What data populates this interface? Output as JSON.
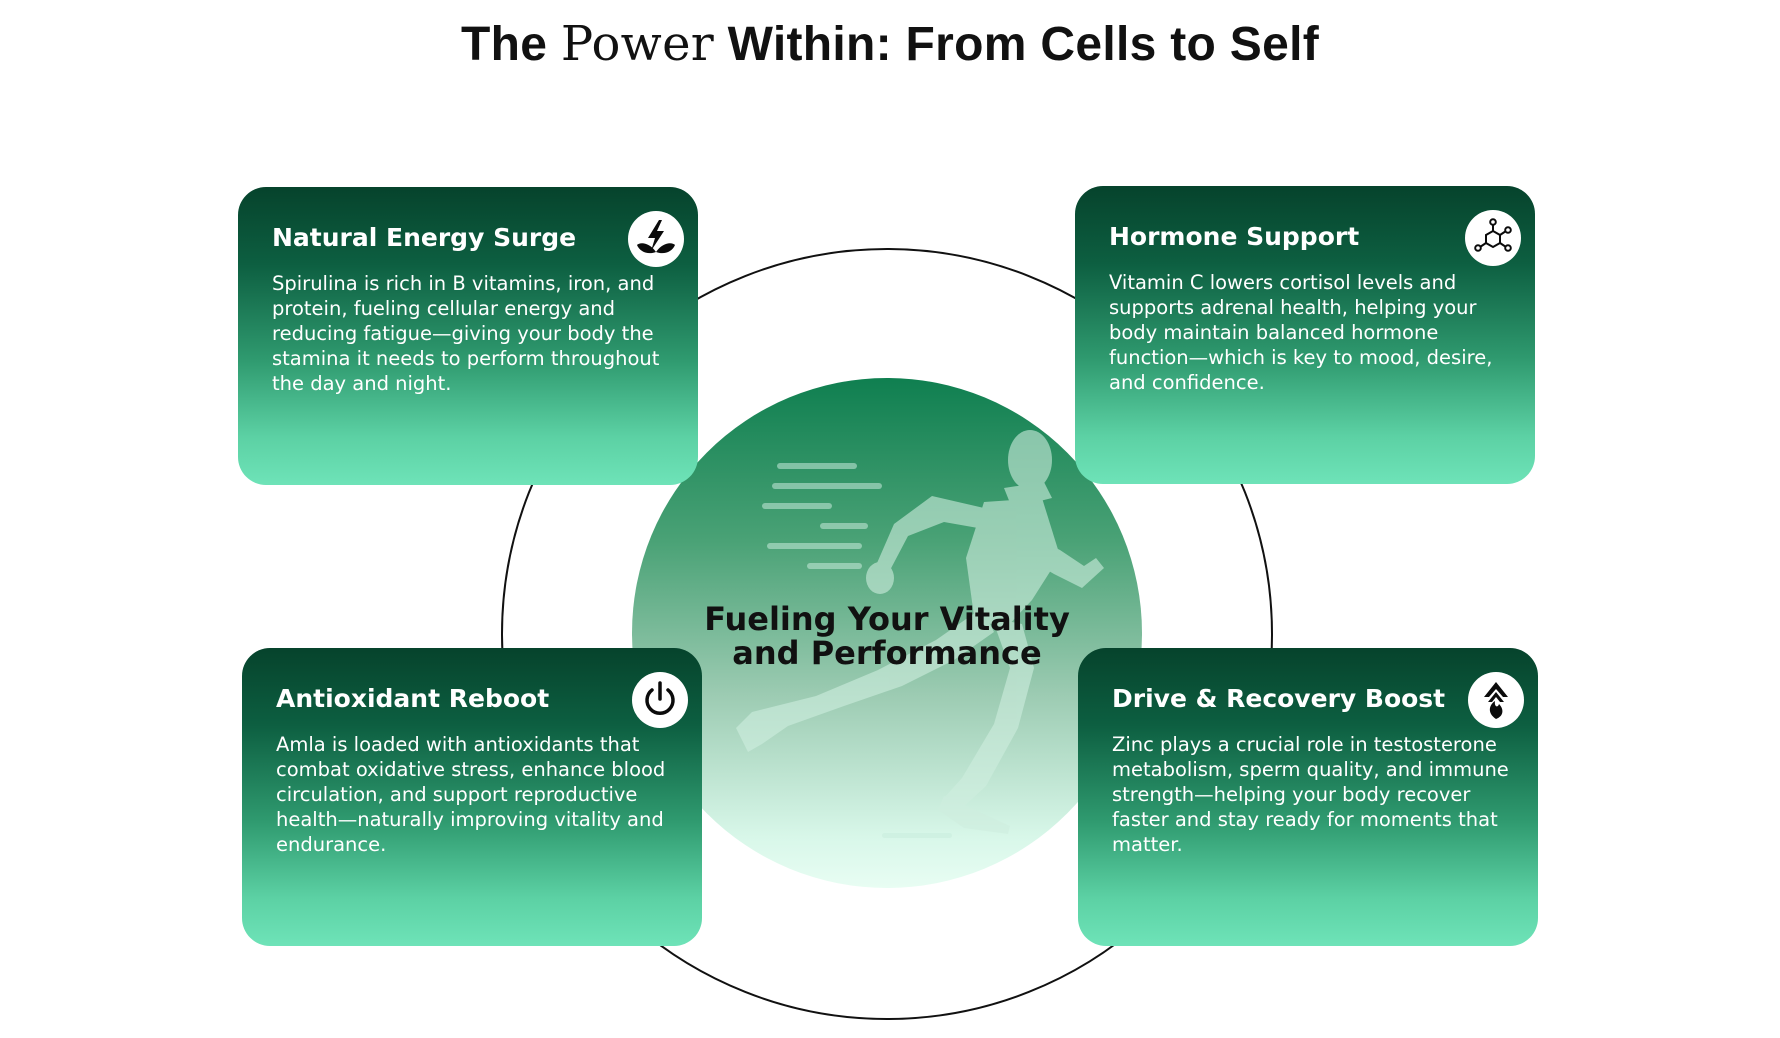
{
  "title": {
    "prefix": "The ",
    "accent": "Power",
    "suffix": " Within: From Cells to Self"
  },
  "hub": {
    "line1": "Fueling Your Vitality",
    "line2": "and Performance",
    "icon": "running-man-icon"
  },
  "cards": {
    "top_left": {
      "title": "Natural Energy Surge",
      "body": "Spirulina is rich in B vitamins, iron, and protein, fueling cellular energy and reducing fatigue—giving your body the stamina it needs to perform throughout the day and night.",
      "icon": "lightning-leaf-icon"
    },
    "top_right": {
      "title": "Hormone Support",
      "body": "Vitamin C lowers cortisol levels and supports adrenal health, helping your body maintain balanced hormone function—which is key to mood, desire, and confidence.",
      "icon": "molecule-icon"
    },
    "bottom_left": {
      "title": "Antioxidant Reboot",
      "body": "Amla is loaded with antioxidants that combat oxidative stress, enhance blood circulation, and support reproductive health—naturally improving vitality and endurance.",
      "icon": "power-icon"
    },
    "bottom_right": {
      "title": "Drive & Recovery Boost",
      "body": "Zinc plays a crucial role in testosterone metabolism, sperm quality, and immune strength—helping your body recover faster and stay ready for moments that matter.",
      "icon": "arrow-flame-icon"
    }
  },
  "colors": {
    "card_top": "#06432c",
    "card_bottom": "#6ee3b8",
    "hub_top": "#0f7f50",
    "hub_bottom": "#e8fdf3",
    "ring": "#111111"
  }
}
